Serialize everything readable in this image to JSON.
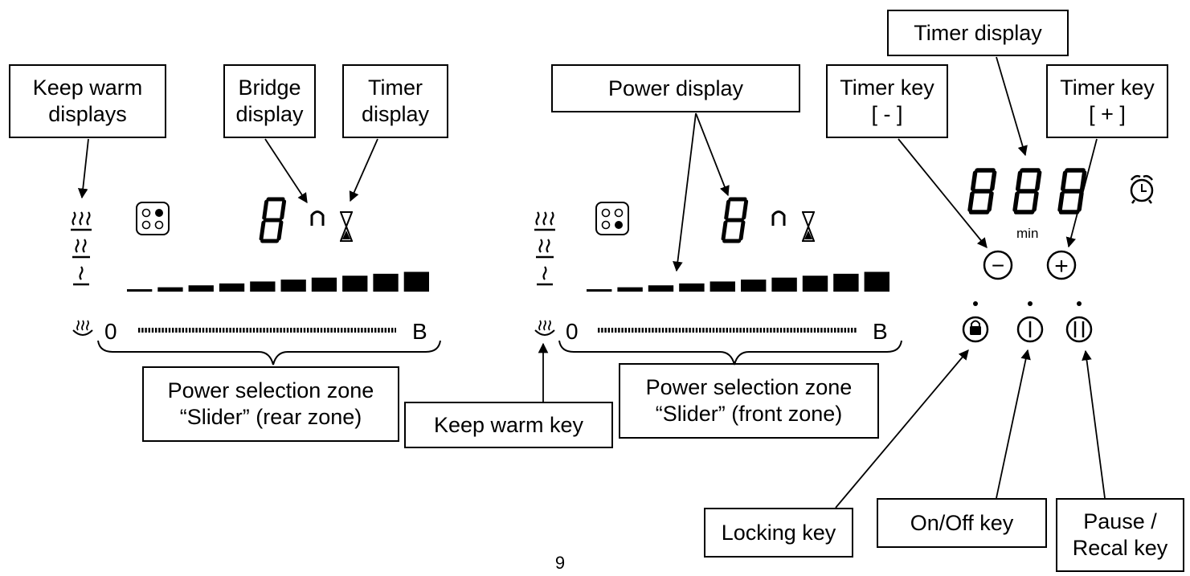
{
  "callouts": {
    "keep_warm_displays": [
      "Keep warm",
      "displays"
    ],
    "bridge_display": [
      "Bridge",
      "display"
    ],
    "timer_display_left": [
      "Timer",
      "display"
    ],
    "power_display": [
      "Power display"
    ],
    "timer_key_minus": [
      "Timer key",
      "[ - ]"
    ],
    "timer_display_right": [
      "Timer display"
    ],
    "timer_key_plus": [
      "Timer key",
      "[ + ]"
    ],
    "power_zone_rear": [
      "Power selection zone",
      "“Slider” (rear zone)"
    ],
    "keep_warm_key": [
      "Keep warm key"
    ],
    "power_zone_front": [
      "Power selection zone",
      "“Slider” (front zone)"
    ],
    "locking_key": [
      "Locking key"
    ],
    "onoff_key": [
      "On/Off key"
    ],
    "pause_key": [
      "Pause /",
      "Recal key"
    ]
  },
  "panel": {
    "slider_left_label": "0",
    "slider_right_label": "B",
    "power_digit": "8",
    "timer_unit": "min",
    "timer_minus_symbol": "−",
    "timer_plus_symbol": "+"
  },
  "page_number": "9"
}
